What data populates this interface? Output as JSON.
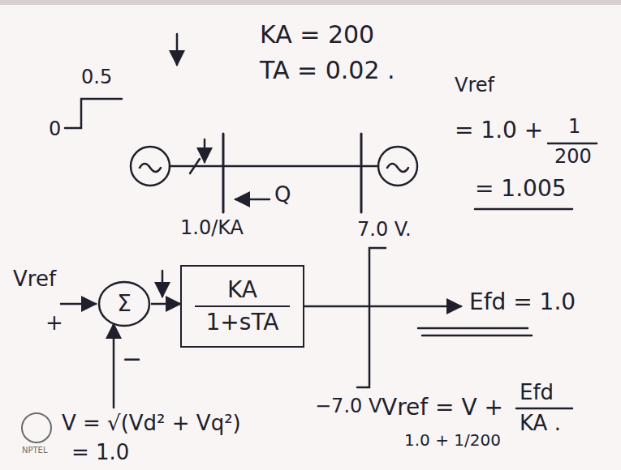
{
  "diagram": {
    "nodes": [
      {
        "text": [
          "Σ"
        ]
      },
      {
        "text": [
          "KA",
          "1+sTA"
        ]
      }
    ],
    "edges": [
      {
        "from": 0,
        "to": 1,
        "arrow": "to"
      }
    ],
    "labels": [
      "0.5",
      "0",
      "KA = 200",
      "TA = 0.02 .",
      "1.0/KA",
      "Q",
      "7.0 V.",
      "Vref",
      "= 1.0 +",
      "1",
      "200",
      "= 1.005",
      "Vref",
      "+",
      "−",
      "−7.0 V",
      "Efd = 1.0",
      "V = √(Vd² + Vq²)",
      "= 1.0",
      "Vref = V +",
      "Efd",
      "KA .",
      "1.0 + 1/200",
      "NPTEL"
    ]
  }
}
